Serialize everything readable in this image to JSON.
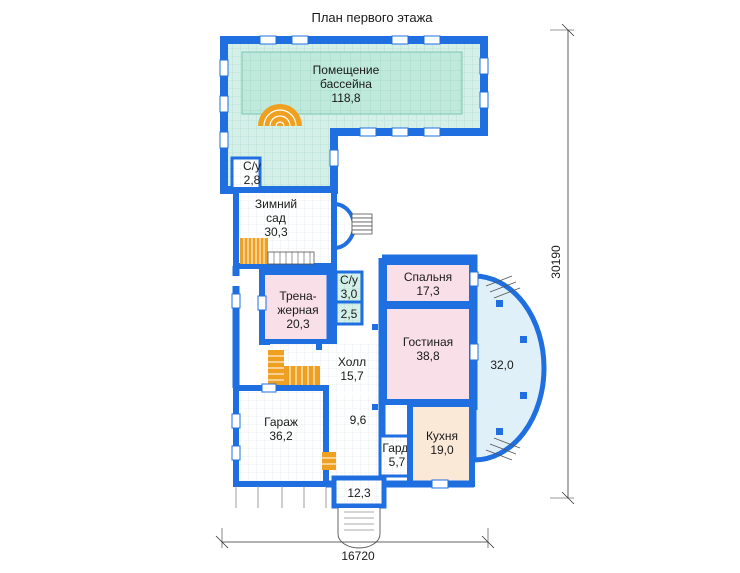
{
  "title": "План первого этажа",
  "dimensions": {
    "width": "16720",
    "height": "30190"
  },
  "colors": {
    "wall": "#1f6fe0",
    "tile": "#d4f0e8",
    "pool_water": "#b9e8d8",
    "room_fill": "#ffffff",
    "pink": "#f8dfe8",
    "stairs": "#f0a020",
    "terrace": "#e0f0f8"
  },
  "rooms": {
    "pool": {
      "name_line1": "Помещение",
      "name_line2": "бассейна",
      "area": "118,8"
    },
    "wc1": {
      "name": "С/у",
      "area": "2,8"
    },
    "winter_garden": {
      "name_line1": "Зимний",
      "name_line2": "сад",
      "area": "30,3"
    },
    "gym": {
      "name_line1": "Трена-",
      "name_line2": "жерная",
      "area": "20,3"
    },
    "wc2": {
      "name": "С/у",
      "area": "3,0"
    },
    "storage": {
      "area": "2,5"
    },
    "bedroom": {
      "name": "Спальня",
      "area": "17,3"
    },
    "living": {
      "name": "Гостиная",
      "area": "38,8"
    },
    "terrace": {
      "area": "32,0"
    },
    "hall": {
      "name": "Холл",
      "area": "15,7"
    },
    "garage": {
      "name": "Гараж",
      "area": "36,2"
    },
    "corridor": {
      "area": "9,6"
    },
    "wardrobe": {
      "name": "Гард.",
      "area": "5,7"
    },
    "kitchen": {
      "name": "Кухня",
      "area": "19,0"
    },
    "vestibule": {
      "area": "12,3"
    }
  }
}
